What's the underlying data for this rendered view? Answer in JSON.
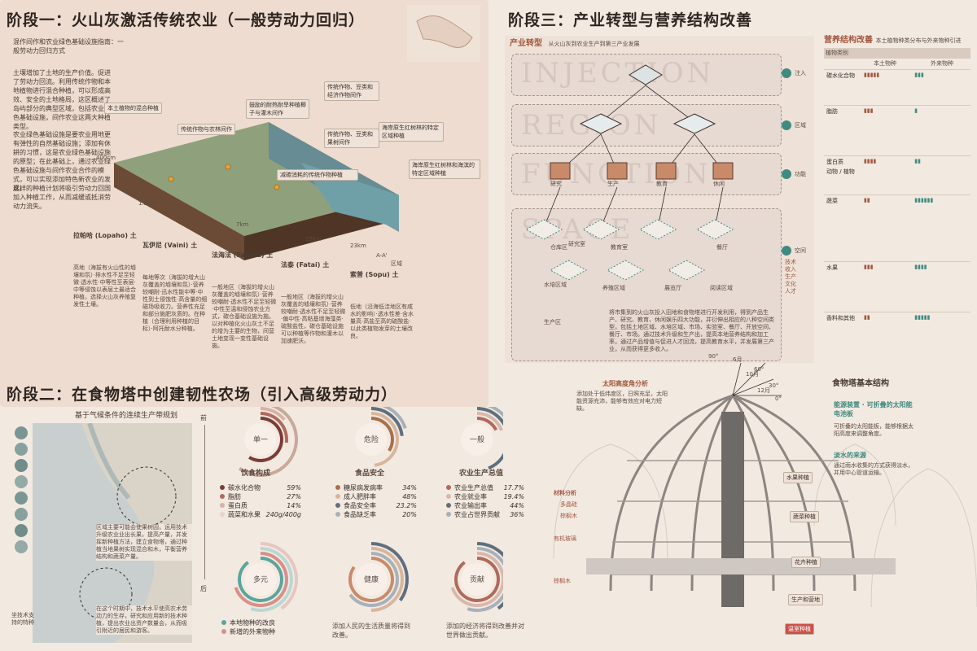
{
  "stage1": {
    "title": "阶段一：火山灰激活传统农业（一般劳动力回归）",
    "subtitle": "混作间作和农业绿色基础设施指南：一般劳动力回归方式",
    "para1": "土壤增加了土地的生产价值。促进了劳动力回流。利用传统作物和本地植物进行混合种植，可以形成高效、安全的土地格局，这区概述了岛屿部分的典型区域，包括农业绿色基础设施，间作农业这两大种植类型。",
    "para2": "农业绿色基础设施是要农业用地更有弹性的自然基础设施；添加有休耕的习惯，这是农业绿色基础设施的原型；在此基础上，通过农业绿色基础设施与间作农业合作的模式，可以实现添加特色新农业的发展。",
    "para3": "这样的种植计划将吸引劳动力回国加入种植工作，从而减缓或抵消劳动力流失。",
    "bubbles": [
      "本土植物的混合种植",
      "传统作物与农林间作",
      "鼓励的耐热耐旱种植椰子与灌木间作",
      "传统作物、豆类和经济作物间作",
      "传统作物、豆类和果树间作",
      "海岸原生红树林的特定区域种植",
      "减碳消耗的传统作物种植",
      "海岸原生红树林和海滨的特定区域种植"
    ],
    "depth_label": "400cm",
    "scale_labels": [
      "1.5km",
      "7km",
      "15km",
      "23km",
      "A-A'",
      "区域"
    ],
    "soils": [
      {
        "name": "拉帕哈 (Lopaho) 土",
        "desc": "高地（海拔有火山性的墟壤和氛）·排水性不足至轻微·透水性·中等性至表层·中等侵蚀以表层土最适合种植，选择火山灰养殖复发性土壤。"
      },
      {
        "name": "瓦伊尼 (Vaini) 土",
        "desc": "每地等次（海拔的增大山灰覆盖的墟壤和氛）·营养较嘲耐·迅水性能中等·中性到土侵蚀性·高含量的细磁场吸收力。营养性充足和部分施肥灰质的。在种植（合理利用种植的目标）·阿托耐水分种植。"
      },
      {
        "name": "法海法 (Fahefa) 土",
        "desc": "一般地区（海拔的增火山灰覆盖的墟壤和氛）·营养较嘲耐·透水性不足至轻微·中性至温和侵蚀农业方式，碳仓基础设施为施。以对种植化火山灰土不足的增为主要的生物，间营土地变现一变性基础设施。"
      },
      {
        "name": "法泰 (Fatai) 土",
        "desc": "一般地区（海拔的增火山灰覆盖的墟壤和氛）·营养较嘲耐·透水性不足至轻微·偏中性·高粘基增海藻类·硫酸盐性，碳仓基础设施可以种植等作物和灌木以加速肥沃。"
      },
      {
        "name": "索普 (Sopu) 土",
        "desc": "低地（沿海低洼地区有咸水的影响）·透水性差·含水量高·高盐至高的硫酸盐·以此类植物发芽的土壤改良。"
      }
    ]
  },
  "stage2": {
    "title": "阶段二：在食物塔中创建韧性农场（引入高级劳动力）",
    "map_title": "基于气候条件的连续生产带规划",
    "before": "前",
    "after": "后",
    "map_note1": "区域主要可能会使果树园，运用技术升级农业业出长果，提高产量，并发挥新种植方法，建立食物塔，通过种植当地果树实现混合和木，平衡营养结构和蔬菜产量。",
    "map_note2": "在这个时期中，技术水平使高农术劳动力的生存，研究和应用新的技术种植，提出农业出资产数量会，从而吸引附近的居民和游客。",
    "side_note": "坐技术支持的特种",
    "rings_before": [
      {
        "center": "单一",
        "title": "饮食构成",
        "items": [
          {
            "label": "碳水化合物",
            "value": "59%",
            "color": "#7a3c33"
          },
          {
            "label": "脂肪",
            "value": "27%",
            "color": "#b06a5c"
          },
          {
            "label": "蛋白质",
            "value": "14%",
            "color": "#d6b2a6"
          },
          {
            "label": "蔬菜和水果",
            "value": "240g/400g",
            "color": "#e7d4cc"
          }
        ]
      },
      {
        "center": "危险",
        "title": "食品安全",
        "items": [
          {
            "label": "糖尿病发病率",
            "value": "34%",
            "color": "#a8704b"
          },
          {
            "label": "成人肥胖率",
            "value": "48%",
            "color": "#d8b69c"
          },
          {
            "label": "食品安全率",
            "value": "23.2%",
            "color": "#5f6f7e"
          },
          {
            "label": "食品缺乏率",
            "value": "20%",
            "color": "#a7b1ba"
          }
        ]
      },
      {
        "center": "一般",
        "title": "农业生产总值",
        "items": [
          {
            "label": "农业生产总值",
            "value": "17.7%",
            "color": "#b06a5c"
          },
          {
            "label": "农业就业率",
            "value": "19.4%",
            "color": "#d9b8ac"
          },
          {
            "label": "农业输出率",
            "value": "44%",
            "color": "#5f6f7e"
          },
          {
            "label": "农业占世界贡献",
            "value": "36%",
            "color": "#a7b1ba"
          }
        ]
      }
    ],
    "rings_after": [
      {
        "center": "多元",
        "legend": [
          {
            "label": "本地物种的改良",
            "color": "#5aa59c"
          },
          {
            "label": "新增的外来物种",
            "color": "#d7908a"
          }
        ]
      },
      {
        "center": "健康",
        "note": "添加人民的生活质量将得到改善。"
      },
      {
        "center": "贡献",
        "note": "添加的经济将得到改善并对世界做出贡献。"
      }
    ]
  },
  "stage3": {
    "title": "阶段三：产业转型与营养结构改善",
    "sub_title": "产业转型",
    "sub_title_note": "从火山灰到农业生产到第三产业发展",
    "watermarks": [
      "INJECTION",
      "REGION",
      "FUNCTION",
      "SPACE"
    ],
    "nav": [
      {
        "label": "注入",
        "color": "#3f8b80"
      },
      {
        "label": "区域",
        "color": "#3f8b80"
      },
      {
        "label": "功能",
        "color": "#3f8b80"
      },
      {
        "label": "空间",
        "color": "#3f8b80"
      }
    ],
    "space_legend": [
      "技术",
      "收入",
      "生产",
      "文化",
      "人才"
    ],
    "functions": [
      "研究",
      "生产",
      "教育",
      "休闲"
    ],
    "spaces": [
      "研究室",
      "仓库区",
      "教育室",
      "餐厅",
      "水培区域",
      "养殖区域",
      "展览厅",
      "阅读区域",
      "生产区"
    ],
    "note": "将市集到的火山灰投入田地和食物塔进行开发利用，得到产品生产、研究、教育、休闲娱乐四大功能，并衍伸出相应的八种空间类型，包括土地区域、水培区域、市场、实验室、餐厅、开放空间、餐厅、市场。通过技术升级和生产出，提高本地营养结构和加工率，通过产品增值与促进人才回流，提高教育水平，并发展第三产业，从而获得更多收入。",
    "nutrition_title": "营养结构改善",
    "nutrition_note": "本土植物种类分布与外来物种引进",
    "plant_class": "植物类别",
    "native": "本土物种",
    "foreign": "外来物种",
    "animals": "动物",
    "plants": "植物",
    "categories": [
      "碳水化合物",
      "脂肪",
      "蛋白质",
      "蔬菜",
      "水果",
      "香料和其他"
    ]
  },
  "tower": {
    "title": "食物塔基本结构",
    "sun_title": "太阳高度角分析",
    "sun_note": "添加处于低纬度区，日照充足，太阳能资源充沛，能够有效应对电力短缺。",
    "sun_angles": [
      "90°",
      "60°",
      "30°",
      "0°"
    ],
    "sun_months": [
      "6月",
      "10月",
      "12月"
    ],
    "solar_title": "能源装置 · 可折叠的太阳能电池板",
    "solar_note": "可折叠的太阳能板，能够根据太阳高度来调整角度。",
    "water_title": "淡水的来源",
    "water_note": "通过雨水收集的方式获得淡水，并用中心管道运输。",
    "material_title": "材料分析",
    "materials": [
      "多晶硅",
      "棕榈木",
      "有机玻璃",
      "棕榈木"
    ],
    "labels": [
      "水果种植",
      "蔬菜种植",
      "花卉种植",
      "生产和营地",
      "温室种植"
    ]
  },
  "colors": {
    "bg": "#f2e9e1",
    "panel": "#ead9cb",
    "accent": "#3f8b80",
    "brick": "#a2573e"
  }
}
